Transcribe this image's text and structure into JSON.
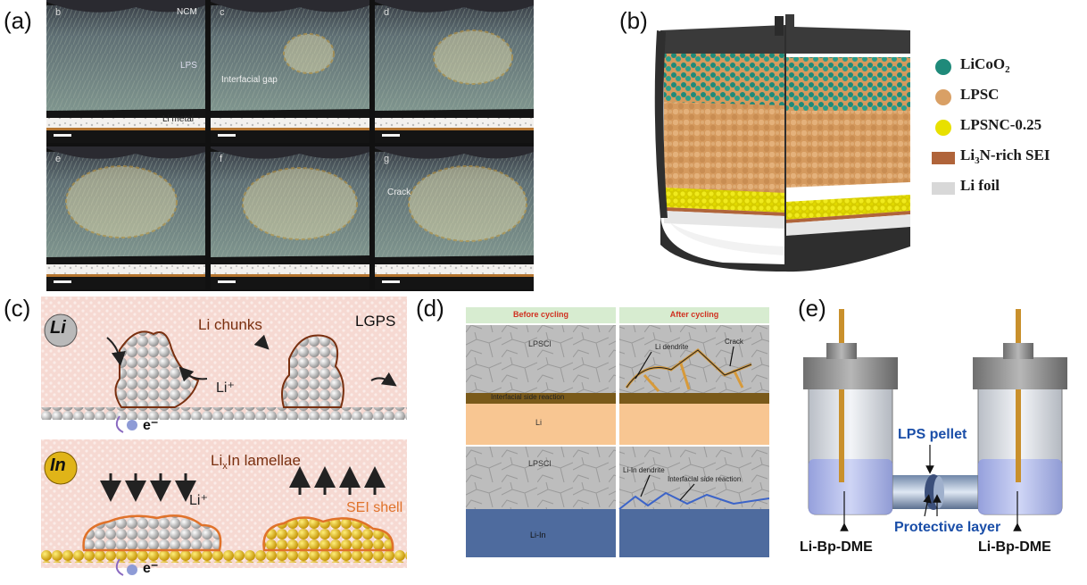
{
  "panels": {
    "a": {
      "label": "(a)",
      "tiles": [
        "b",
        "c",
        "d",
        "e",
        "f",
        "g"
      ],
      "tag_ncm": "NCM",
      "tag_lps": "LPS",
      "tag_li_metal": "Li metal",
      "tag_gap": "Interfacial gap",
      "tag_crack": "Crack"
    },
    "b": {
      "label": "(b)",
      "legend": [
        {
          "name": "LiCoO",
          "sub": "2",
          "after": "",
          "color": "#1f8a7a"
        },
        {
          "name": "LPSC",
          "sub": "",
          "after": "",
          "color": "#d9a065"
        },
        {
          "name": "LPSNC-0.25",
          "sub": "",
          "after": "",
          "color": "#e8e000"
        },
        {
          "name": "Li",
          "sub": "3",
          "after": "N-rich SEI",
          "color": "#b0643a"
        },
        {
          "name": "Li foil",
          "sub": "",
          "after": "",
          "color": "#d8d8d8"
        }
      ]
    },
    "c": {
      "label": "(c)",
      "li_badge": "Li",
      "in_badge": "In",
      "li_chunks": "Li chunks",
      "lgps": "LGPS",
      "li_plus_top": "Li⁺",
      "electron_top": "e⁻",
      "lixin_prefix": "Li",
      "lixin_sub": "x",
      "lixin_rest": "In lamellae",
      "li_plus_bottom": "Li⁺",
      "sei_shell": "SEI shell",
      "electron_bottom": "e⁻"
    },
    "d": {
      "label": "(d)",
      "before": "Before cycling",
      "after": "After cycling",
      "lpscl_1": "LPSCl",
      "side_reaction_1": "Interfacial side reaction",
      "li_1": "Li",
      "li_dendrite": "Li dendrite",
      "crack": "Crack",
      "lpscl_2": "LPSCl",
      "li_in": "Li-In",
      "li_in_dendrite": "Li-In dendrite",
      "side_reaction_2": "Interfacial side reaction"
    },
    "e": {
      "label": "(e)",
      "lps_pellet": "LPS pellet",
      "protective_layer": "Protective layer",
      "left_cell": "Li-Bp-DME",
      "right_cell": "Li-Bp-DME"
    }
  },
  "colors": {
    "pink_bg": "#f6d9d2",
    "li_orange": "#7a3010",
    "sei_orange": "#e0722a",
    "in_yellow": "#e0b418",
    "d_green_header": "#d7ecd0",
    "d_red_text": "#d03020",
    "d_lpscl_gray": "#bdbdbd",
    "d_li_peach": "#f8c692",
    "d_li_in_blue": "#4e6b9e",
    "e_blue_text": "#1a4ea8"
  }
}
